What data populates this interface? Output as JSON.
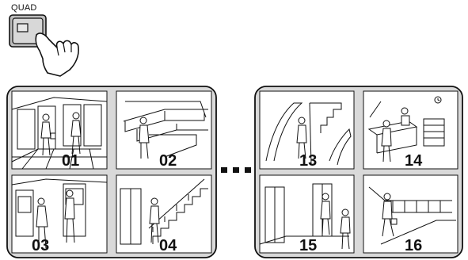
{
  "button": {
    "label": "QUAD",
    "icon": "hand-pointer-icon"
  },
  "left_monitor": {
    "cells": [
      {
        "number": "01",
        "scene": "doorway-people"
      },
      {
        "number": "02",
        "scene": "office-partitions"
      },
      {
        "number": "03",
        "scene": "atm-people"
      },
      {
        "number": "04",
        "scene": "staircase"
      }
    ]
  },
  "right_monitor": {
    "cells": [
      {
        "number": "13",
        "scene": "escalator"
      },
      {
        "number": "14",
        "scene": "reception-counter"
      },
      {
        "number": "15",
        "scene": "elevator-hallway"
      },
      {
        "number": "16",
        "scene": "corridor-walker"
      }
    ]
  },
  "separator": {
    "icon": "ellipsis-icon"
  },
  "colors": {
    "frame_bg": "#d9d9d9",
    "line": "#111111",
    "cell_bg": "#ffffff"
  }
}
